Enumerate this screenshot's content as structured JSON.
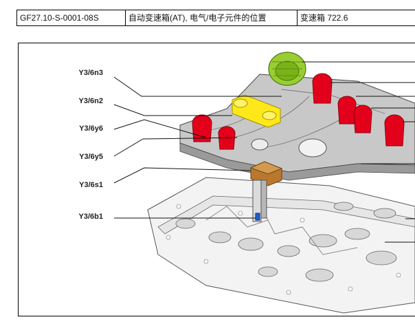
{
  "header": {
    "doc_id": "GF27.10-S-0001-08S",
    "title": "自动变速箱(AT), 电气/电子元件的位置",
    "model": "变速箱 722.6"
  },
  "labels": [
    "Y3/6n3",
    "Y3/6n2",
    "Y3/6y6",
    "Y3/6y5",
    "Y3/6s1",
    "Y3/6b1"
  ]
}
